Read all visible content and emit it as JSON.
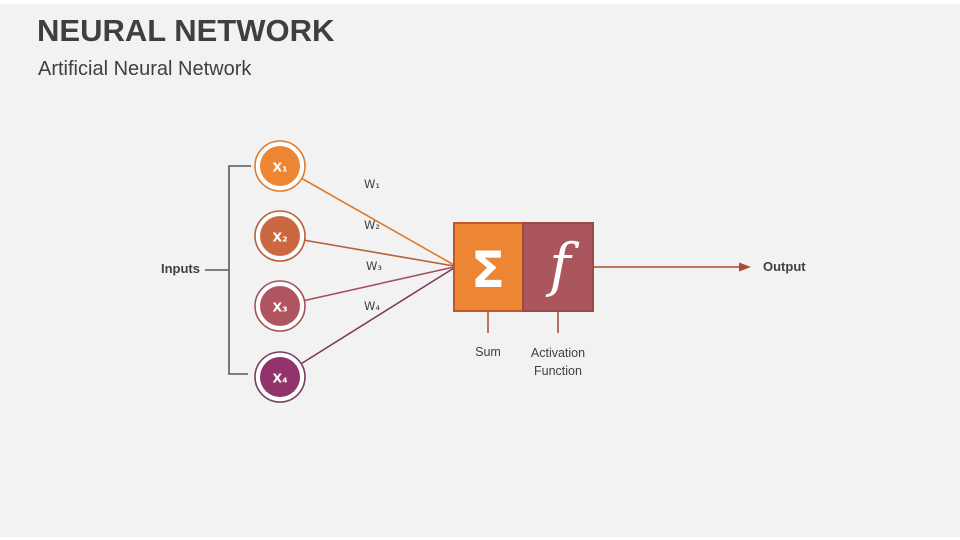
{
  "slide": {
    "title": "NEURAL NETWORK",
    "subtitle": "Artificial Neural Network"
  },
  "diagram": {
    "inputs_label": "Inputs",
    "output_label": "Output",
    "sum_label": "Sum",
    "activation_label_line1": "Activation",
    "activation_label_line2": "Function",
    "sum_symbol": "Σ",
    "activation_symbol": "f",
    "nodes": [
      {
        "label": "X₁",
        "weight_label": "W₁",
        "fill": "#ED8632",
        "line": "#DE7B2D"
      },
      {
        "label": "X₂",
        "weight_label": "W₂",
        "fill": "#CA6941",
        "line": "#BA5D3B"
      },
      {
        "label": "X₃",
        "weight_label": "W₃",
        "fill": "#B05560",
        "line": "#A4515B"
      },
      {
        "label": "X₄",
        "weight_label": "W₄",
        "fill": "#92336B",
        "line": "#7C3A62"
      }
    ],
    "colors": {
      "background": "#F2F2F2",
      "text": "#404040",
      "bracket": "#595959",
      "sum_box_fill": "#EE8533",
      "sum_box_border": "#C2572B",
      "activation_box_fill": "#AA565C",
      "activation_box_border": "#9D4B40",
      "arrow": "#B04A35",
      "tick_sum": "#B35429",
      "tick_activation": "#A94F3E",
      "symbol_text": "#FFFFFF"
    }
  }
}
